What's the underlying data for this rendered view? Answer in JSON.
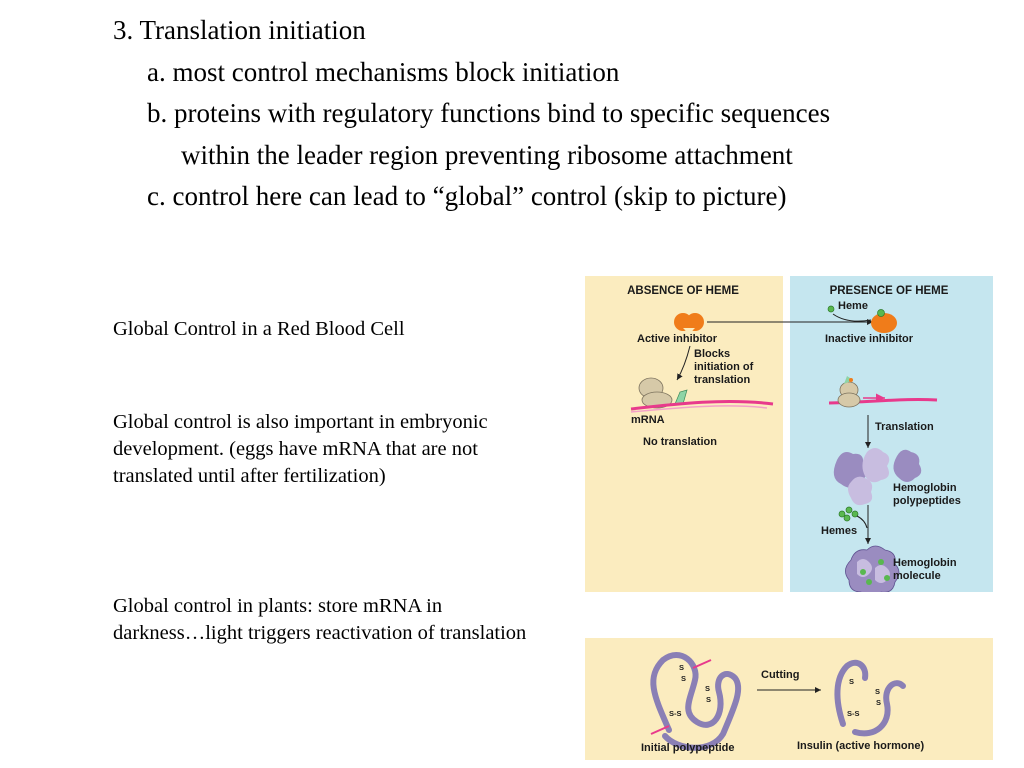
{
  "outline": {
    "heading": "3. Translation initiation",
    "point_a": "a. most control mechanisms block initiation",
    "point_b_line1": "b. proteins with regulatory functions bind to specific sequences",
    "point_b_line2": "within the leader region preventing ribosome attachment",
    "point_c": "c. control here can lead to “global” control (skip to picture)"
  },
  "side_notes": {
    "rbc": "Global Control in a Red Blood Cell",
    "embryo": "Global control is also important in embryonic development. (eggs have mRNA that are not translated until after fertilization)",
    "plants": "Global control in plants: store mRNA in darkness…light triggers reactivation of translation"
  },
  "heme_figure": {
    "absence_title": "ABSENCE OF HEME",
    "presence_title": "PRESENCE OF HEME",
    "heme": "Heme",
    "active_inhibitor": "Active inhibitor",
    "inactive_inhibitor": "Inactive inhibitor",
    "blocks_1": "Blocks",
    "blocks_2": "initiation of",
    "blocks_3": "translation",
    "mrna": "mRNA",
    "no_translation": "No translation",
    "translation": "Translation",
    "hemoglobin_poly_1": "Hemoglobin",
    "hemoglobin_poly_2": "polypeptides",
    "hemes": "Hemes",
    "hemoglobin_mol_1": "Hemoglobin",
    "hemoglobin_mol_2": "molecule",
    "colors": {
      "absence_bg": "#fbecbf",
      "presence_bg": "#c5e6ef",
      "inhibitor": "#f07c1a",
      "mrna": "#e83a8c",
      "ribosome": "#d6c9a8",
      "globin": "#9a8cc0"
    }
  },
  "insulin_figure": {
    "cutting": "Cutting",
    "initial_polypeptide": "Initial polypeptide",
    "insulin": "Insulin (active hormone)",
    "ss": "S-S",
    "s": "S",
    "colors": {
      "bg": "#fbecbf",
      "chain": "#8a7fb5",
      "cut": "#e83a8c"
    }
  }
}
